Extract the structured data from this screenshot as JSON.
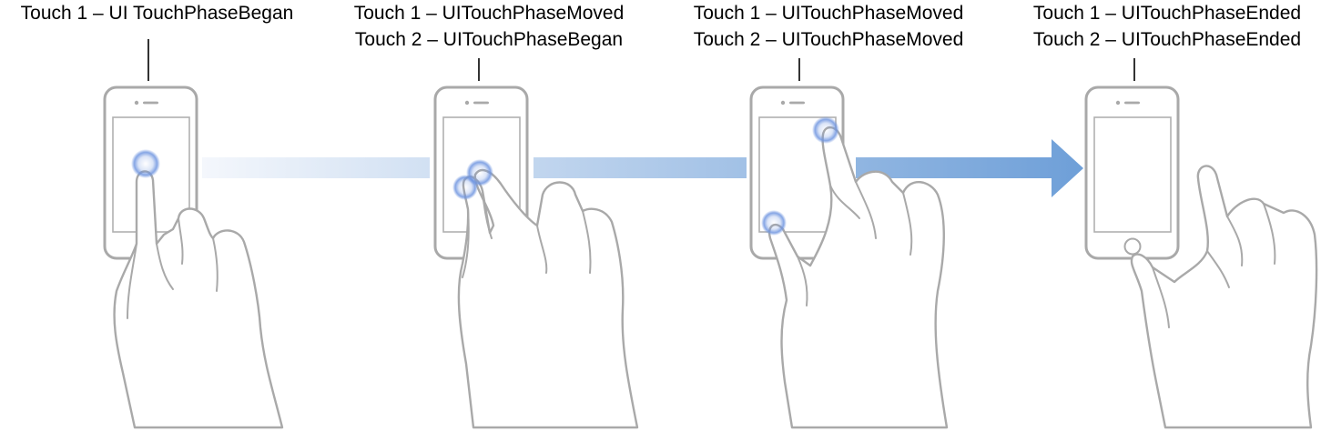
{
  "stages": [
    {
      "name": "stage-1",
      "lines": [
        "Touch 1 – UI TouchPhaseBegan"
      ],
      "touches": 1
    },
    {
      "name": "stage-2",
      "lines": [
        "Touch 1 – UITouchPhaseMoved",
        "Touch 2 – UITouchPhaseBegan"
      ],
      "touches": 2
    },
    {
      "name": "stage-3",
      "lines": [
        "Touch 1 – UITouchPhaseMoved",
        "Touch 2 – UITouchPhaseMoved"
      ],
      "touches": 2
    },
    {
      "name": "stage-4",
      "lines": [
        "Touch 1 – UITouchPhaseEnded",
        "Touch 2 – UITouchPhaseEnded"
      ],
      "touches": 0
    }
  ],
  "colors": {
    "arrow_start": "#f4f7fc",
    "arrow_end": "#6e9fd8",
    "touch_glow": "#6f95e0",
    "outline": "#a9a9a9",
    "text": "#000000"
  },
  "icons": [
    "iphone-icon",
    "hand-icon",
    "touch-point-icon",
    "arrow-icon"
  ]
}
